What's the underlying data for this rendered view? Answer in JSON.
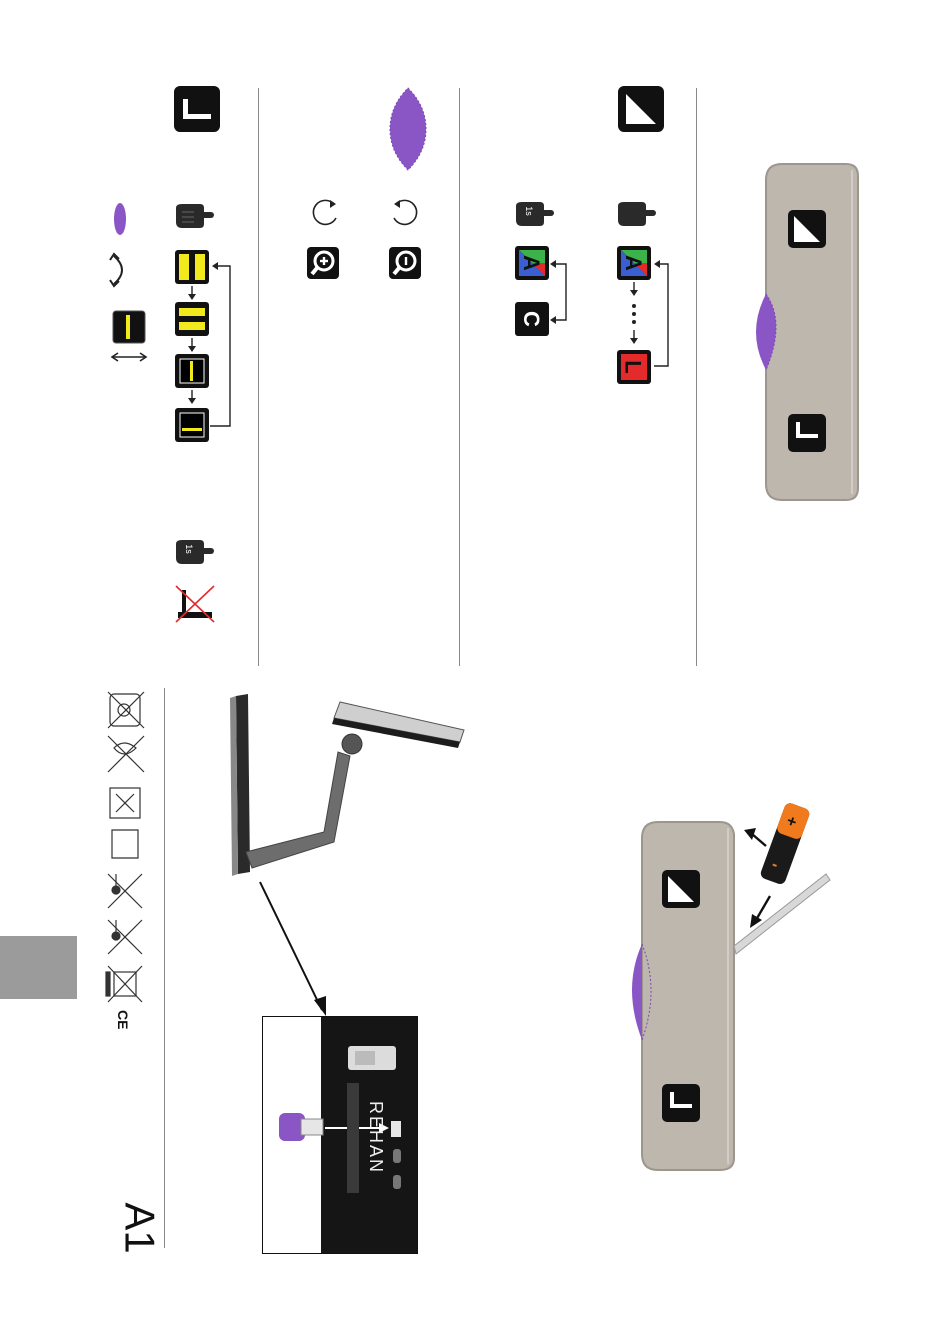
{
  "page": {
    "label": "A1"
  },
  "device_rear": {
    "brand": "REHAN"
  },
  "icons": {
    "section1": [
      "mode-button-icon",
      "scroll-wheel-icon",
      "rotate-arrow-icon",
      "reading-line-icon",
      "press-icon",
      "line-mode-cycle-icon",
      "hold-1s-icon",
      "no-line-icon"
    ],
    "section2": [
      "scroll-wheel-icon",
      "rotate-ccw-icon",
      "rotate-cw-icon",
      "zoom-in-icon",
      "zoom-out-icon"
    ],
    "section3": [
      "contrast-button-icon",
      "hold-1s-icon",
      "press-icon",
      "color-cycle-icon"
    ]
  },
  "hold_label": "1s",
  "colors": {
    "accent_purple": "#8a55c4",
    "device_grey": "#bdb7ae",
    "highlight_yellow": "#f2ea1c",
    "mode_green": "#3bb34a",
    "mode_red": "#e42a2a"
  },
  "letters": {
    "first": "A",
    "custom": "C",
    "last": "L"
  }
}
